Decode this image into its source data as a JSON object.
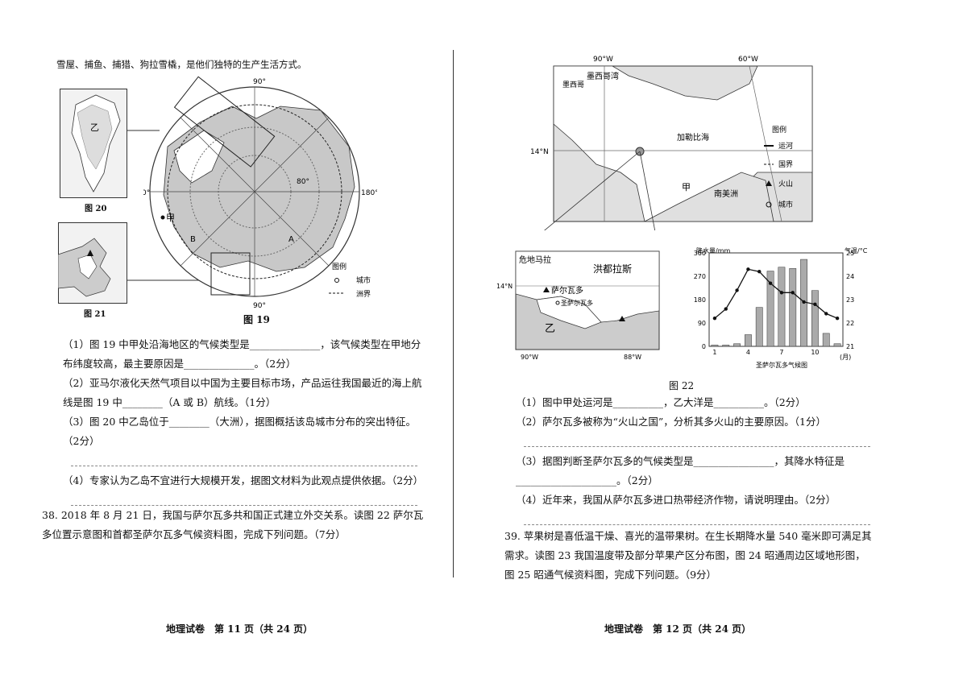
{
  "left": {
    "intro": "雪屋、捕鱼、捕猎、狗拉雪橇，是他们独特的生产生活方式。",
    "fig19": {
      "caption": "图 19",
      "lat_90": "90°",
      "lon_0": "0°",
      "lon_180": "180°",
      "lat_80": "80°",
      "label_jia": "甲",
      "label_B": "B",
      "label_A": "A",
      "legend_title": "图例",
      "legend_city": "城市",
      "legend_boundary": "洲界"
    },
    "fig20": {
      "caption": "图 20",
      "label_yi": "乙"
    },
    "fig21": {
      "caption": "图 21"
    },
    "q1": "（1）图 19 中甲处沿海地区的气候类型是______________，该气候类型在甲地分布纬度较高，最主要原因是______________。（2分）",
    "q2": "（2）亚马尔液化天然气项目以中国为主要目标市场，产品运往我国最近的海上航线是图 19 中________（A 或 B）航线。（1分）",
    "q3": "（3）图 20 中乙岛位于________（大洲），据图概括该岛城市分布的突出特征。（2分）",
    "q4": "（4）专家认为乙岛不宜进行大规模开发，据图文材料为此观点提供依据。（2分）",
    "q38": "38. 2018 年 8 月 21 日，我国与萨尔瓦多共和国正式建立外交关系。读图 22 萨尔瓦多位置示意图和首都圣萨尔瓦多气候资料图，完成下列问题。（7分）",
    "footer": "地理试卷　第 11 页（共 24 页）"
  },
  "right": {
    "fig22": {
      "caption": "图 22",
      "lon_90w": "90°W",
      "lon_60w": "60°W",
      "lat_14n": "14°N",
      "gulf": "墨西哥湾",
      "mexico": "墨西哥",
      "caribbean": "加勒比海",
      "south_america": "南美洲",
      "label_jia": "甲",
      "legend_title": "图例",
      "legend_canal": "运河",
      "legend_border": "国界",
      "legend_volcano": "火山",
      "legend_city": "城市",
      "guatemala": "危地马拉",
      "honduras": "洪都拉斯",
      "el_salvador": "萨尔瓦多",
      "san_salvador": "圣萨尔瓦多",
      "label_yi": "乙",
      "inset_lat": "14°N",
      "inset_lon_90w": "90°W",
      "inset_lon_88w": "88°W"
    },
    "q1": "（1）图中甲处运河是__________，乙大洋是__________。（2分）",
    "q2": "（2）萨尔瓦多被称为“火山之国”，分析其多火山的主要原因。（1分）",
    "q3": "（3）据图判断圣萨尔瓦多的气候类型是________________，其降水特征是____________________。（2分）",
    "q4": "（4）近年来，我国从萨尔瓦多进口热带经济作物，请说明理由。（2分）",
    "q39": "39. 苹果树是喜低温干燥、喜光的温带果树。在生长期降水量 540 毫米即可满足其需求。读图 23 我国温度带及部分苹果产区分布图，图 24 昭通周边区域地形图，图 25 昭通气候资料图，完成下列问题。（9分）",
    "footer": "地理试卷　第 12 页（共 24 页）"
  },
  "chart_data": {
    "type": "bar",
    "title": "圣萨尔瓦多气候图",
    "xlabel": "(月)",
    "ylabel": "降水量/mm",
    "y2label": "气温/°C",
    "x_ticks": [
      "1",
      "4",
      "7",
      "10"
    ],
    "categories": [
      1,
      2,
      3,
      4,
      5,
      6,
      7,
      8,
      9,
      10,
      11,
      12
    ],
    "ylim": [
      0,
      360
    ],
    "y_ticks": [
      0,
      90,
      180,
      270,
      360
    ],
    "y2lim": [
      21,
      25
    ],
    "y2_ticks": [
      21,
      22,
      23,
      24,
      25
    ],
    "series": [
      {
        "kind": "bar",
        "axis": "left",
        "values": [
          5,
          5,
          10,
          45,
          150,
          290,
          305,
          300,
          335,
          215,
          50,
          10
        ]
      },
      {
        "kind": "line",
        "axis": "right",
        "values": [
          22.2,
          22.6,
          23.4,
          24.3,
          24.2,
          23.7,
          23.3,
          23.3,
          22.9,
          22.8,
          22.4,
          22.2
        ]
      }
    ]
  }
}
